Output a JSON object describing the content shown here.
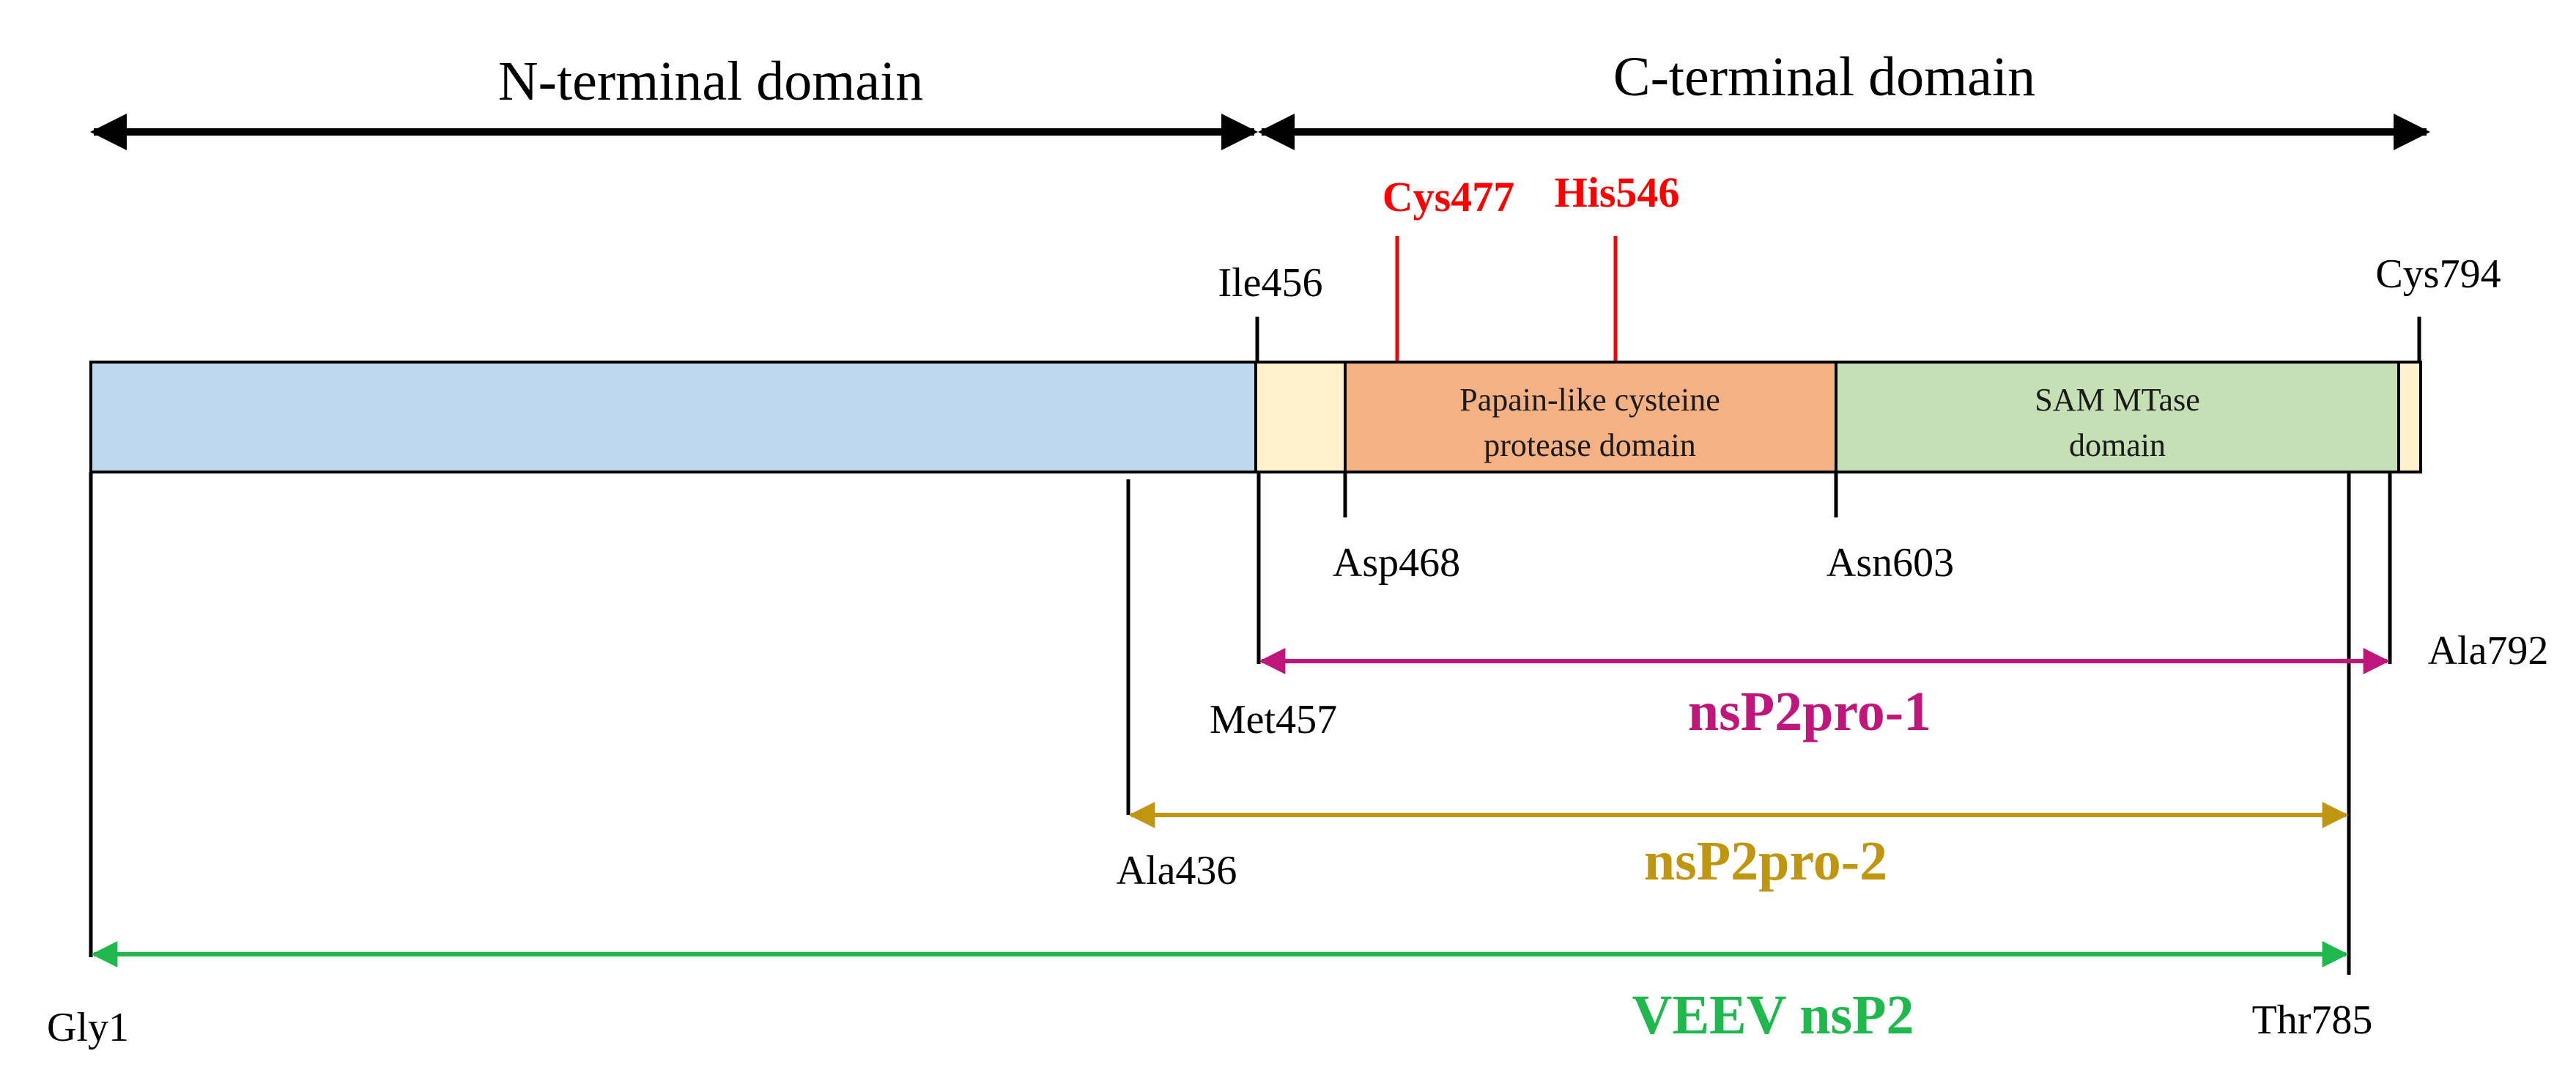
{
  "domains": {
    "n_terminal": "N-terminal domain",
    "c_terminal": "C-terminal domain"
  },
  "active_sites": {
    "cys": "Cys477",
    "his": "His546"
  },
  "boxes": {
    "papain": [
      "Papain-like cysteine",
      "protease domain"
    ],
    "sam": [
      "SAM MTase",
      "domain"
    ]
  },
  "residues": {
    "ile456": "Ile456",
    "cys794": "Cys794",
    "asp468": "Asp468",
    "asn603": "Asn603",
    "met457": "Met457",
    "ala792": "Ala792",
    "ala436": "Ala436",
    "gly1": "Gly1",
    "thr785": "Thr785"
  },
  "constructs": {
    "pro1": "nsP2pro-1",
    "pro2": "nsP2pro-2",
    "full": "VEEV nsP2"
  },
  "colors": {
    "n_terminal_fill": "#bdd7ee",
    "linker_fill": "#fff2cc",
    "papain_fill": "#f4b183",
    "sam_fill": "#c5e0b4",
    "active_site": "#ff0000",
    "pro1": "#c0157a",
    "pro2": "#c09510",
    "full": "#1fb84c"
  }
}
